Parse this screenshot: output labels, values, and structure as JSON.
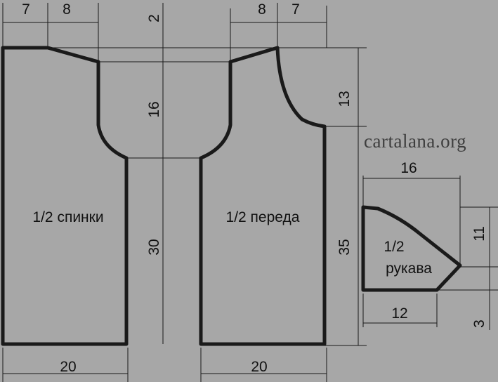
{
  "pieces": {
    "back": [
      "1/2 спинки"
    ],
    "front": [
      "1/2 переда"
    ],
    "sleeve": [
      "1/2",
      "рукава"
    ]
  },
  "dimensions": {
    "back_left_top": "7",
    "back_neck_slope": "8",
    "neck_depth_back": "2",
    "front_neck_slope": "8",
    "front_shoulder": "7",
    "armhole_height": "13",
    "neck_height": "16",
    "strip_length": "30",
    "body_height": "35",
    "back_bottom": "20",
    "front_bottom": "20",
    "sleeve_top": "16",
    "sleeve_height": "11",
    "sleeve_bottom": "12",
    "sleeve_cuff": "3"
  },
  "watermark": "cartalana.org",
  "colors": {
    "background": "#a7a7a7",
    "line": "#1a1a1a",
    "watermark": "#3e3e3e"
  }
}
